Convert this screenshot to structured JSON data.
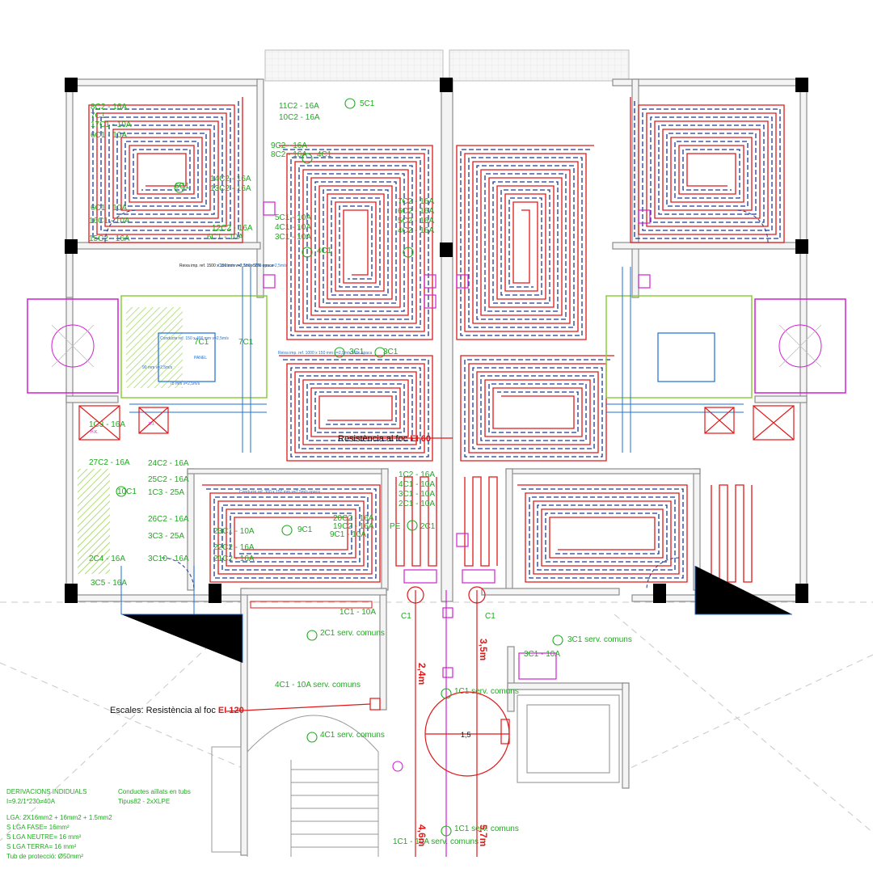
{
  "colors": {
    "wall": "#8c8c8c",
    "wall_fill": "#f4f4f4",
    "column": "#000000",
    "heating_supply": "#e01818",
    "heating_return": "#1d3a8f",
    "electrical": "#1faa1f",
    "ventilation": "#1d6fd6",
    "magenta": "#d21fd2",
    "hatch": "#8ccf3a",
    "dash": "#bdbdbd"
  },
  "fire": {
    "unit_prefix": "Resistència al foc ",
    "unit_value": "EI 60",
    "stairs_prefix": "Escales: Resistència al foc ",
    "stairs_value": "EI 120"
  },
  "dims": {
    "d1": "2,4m",
    "d2": "3,5m",
    "d3": "4,6m",
    "d4": "5,7m",
    "d5": "1,5"
  },
  "legend": {
    "title": "DERIVACIONS INDIDUALS",
    "l1": "I=9.2/1*230=40A",
    "l2": "LGA: 2X16mm2 + 16mm2 + 1.5mm2",
    "l3": "S LGA FASE= 16mm²",
    "l4": "S LGA NEUTRE= 16 mm²",
    "l5": "S LGA TERRA= 16 mm²",
    "l6": "Tub de protecció: Ø50mm²",
    "c1": "Conductes aïllats en tubs",
    "c2": "Tipus82 - 2xXLPE"
  },
  "circuits_left": [
    "8C2 - 16A",
    "7C1",
    "17C1 - 10A",
    "6C1 - 10A",
    "6C1 - 10A",
    "16C1 - 10A",
    "15C2 - 16A",
    "11C2 - 16A",
    "10C2 - 16A",
    "5C1",
    "9C2 - 16A",
    "8C2 - 16A",
    "4C1",
    "14C2 - 16A",
    "13C2 - 16A",
    "6C1",
    "12C2 - 16A",
    "6C1 - 10A",
    "7C2 - 16A",
    "6C2 - 16A",
    "5C2 - 16A",
    "4C2 - 16A",
    "5C1 - 10A",
    "4C1 - 10A",
    "3C1 - 10A",
    "4C1",
    "7C1",
    "7C1",
    "3C1",
    "3C1",
    "1C3 - 16A",
    "27C2 - 16A",
    "24C2 - 16A",
    "25C2 - 16A",
    "10C1",
    "1C3 - 25A",
    "26C2 - 16A",
    "3C3 - 25A",
    "3C10 - 16A",
    "2C4 - 16A",
    "3C5 - 16A",
    "23C1 - 10A",
    "22C2 - 16A",
    "21C2 - 16A",
    "9C1",
    "20C2 - 16A",
    "19C2 - 16A",
    "9C1 - 10A",
    "1C2 - 16A",
    "4C1 - 10A",
    "3C1 - 10A",
    "2C1 - 10A",
    "2C1",
    "PE",
    "C1",
    "C1"
  ],
  "common_services": {
    "s1": "1C1 - 10A",
    "s2": "2C1 serv. comuns",
    "s3": "3C1 serv. comuns",
    "s3b": "3C1 - 10A",
    "s4": "4C1 - 10A serv. comuns",
    "s5": "1C1 serv. comuns",
    "s6": "4C1 serv. comuns",
    "s7": "1C1 serv. comuns",
    "s8": "1C1 - 10A serv. comuns"
  },
  "duct_notes": [
    "Reixa imp. ref. 1500 x 150 mm v=2,5m/s 50% opaca",
    "Conducte ref. 150 x 200 mm v=2,5m/s",
    "Reixa imp. ref. 1000 x 150 mm v=2,5m/s 50% opaca",
    "Conducte ref. 150 x 400 mm v=2,5m/s",
    "Conducte ref. 300 x 150 mm v=2,5m/s opaca",
    "90 mm v=2,5m/s",
    "75 mm v=2,5m/s",
    "PANEL",
    "H.K.",
    "D.I."
  ]
}
